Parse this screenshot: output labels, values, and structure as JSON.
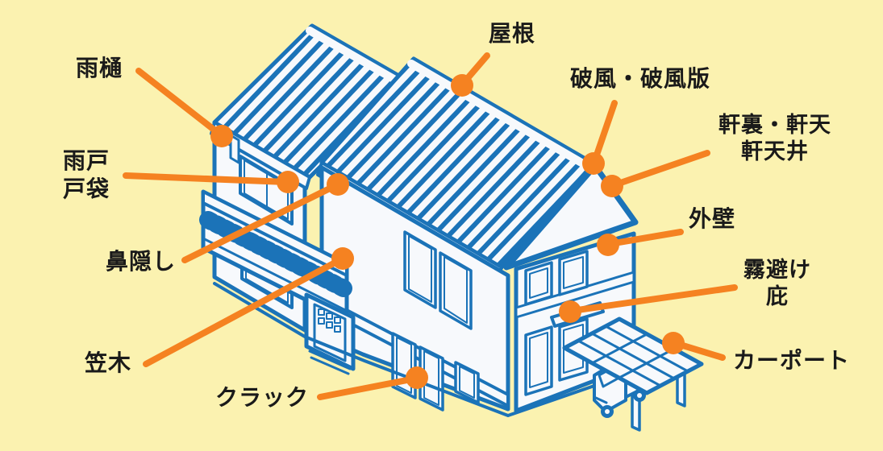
{
  "page": {
    "background_color": "#FBF2B0",
    "description_labels_language": "ja"
  },
  "palette": {
    "outline_blue": "#1B73B8",
    "fill_white": "#F7F9FC",
    "callout_orange": "#F58221",
    "label_black": "#1A1A1A"
  },
  "labels": {
    "amadoi": {
      "text": "雨樋"
    },
    "amado_tobukuro": {
      "line1": "雨戸",
      "line2": "戸袋"
    },
    "hanakakushi": {
      "text": "鼻隠し"
    },
    "kasagi": {
      "text": "笠木"
    },
    "kurakku": {
      "text": "クラック"
    },
    "yane": {
      "text": "屋根"
    },
    "hafu": {
      "text": "破風・破風版"
    },
    "nokiura": {
      "line1": "軒裏・軒天",
      "line2": "軒天井"
    },
    "gaiheki": {
      "text": "外壁"
    },
    "kiriyoke": {
      "line1": "霧避け",
      "line2": "庇"
    },
    "carport": {
      "text": "カーポート"
    }
  }
}
